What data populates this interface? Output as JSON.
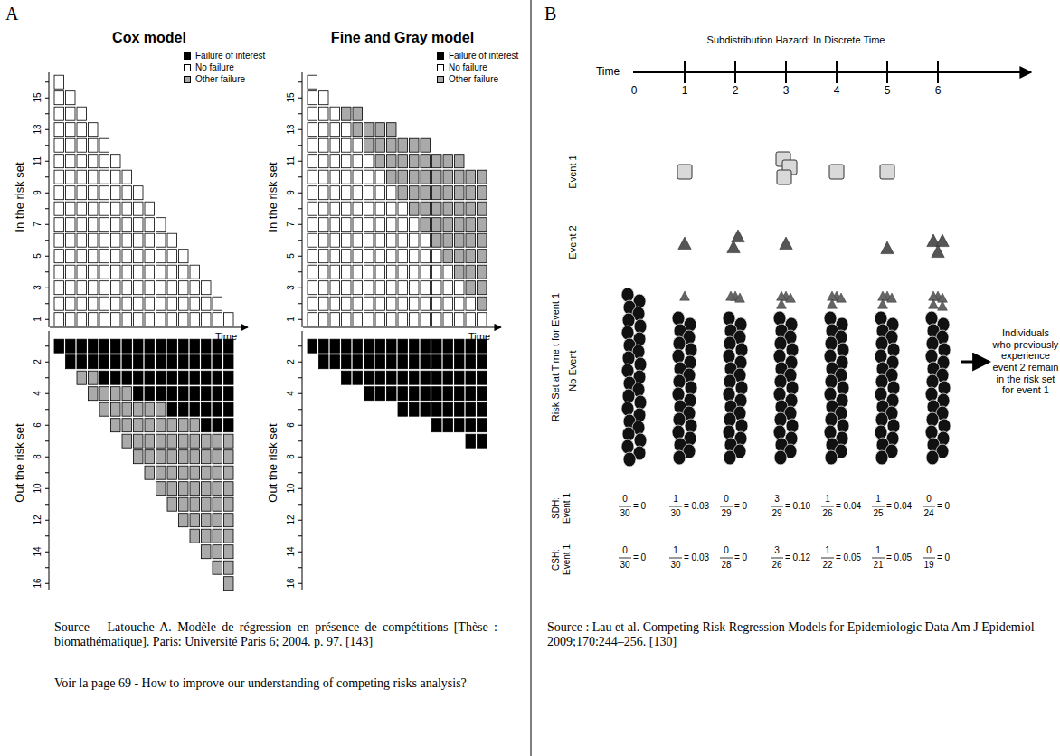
{
  "diagram": {
    "labels": [
      "A",
      "Cox model",
      "Fine and Gray model",
      "In the risk set",
      "Out the risk set",
      "Time",
      "In the risk set",
      "Out the risk set",
      "Time",
      "1",
      "3",
      "5",
      "7",
      "9",
      "11",
      "13",
      "15",
      "2",
      "4",
      "6",
      "8",
      "10",
      "12",
      "14",
      "16",
      "1",
      "3",
      "5",
      "7",
      "9",
      "11",
      "13",
      "15",
      "2",
      "4",
      "6",
      "8",
      "10",
      "12",
      "14",
      "16",
      "Source – Latouche A. Modèle de régression en présence de compétitions [Thèse : biomathématique]. Paris: Université Paris 6; 2004. p. 97. [143]",
      "Voir la page 69 - How to improve our understanding of competing risks analysis?",
      "B",
      "Subdistribution Hazard: In Discrete Time",
      "Time",
      "0",
      "1",
      "2",
      "3",
      "4",
      "5",
      "6",
      "Event 1",
      "Event 2",
      "No Event",
      "Risk Set at Time t for Event 1",
      "Individuals who previously experience event 2 remain in the risk set for event 1",
      "SDH: Event 1",
      "CSH: Event 1",
      "0",
      "30",
      "= 0",
      "1",
      "30",
      "= 0.03",
      "0",
      "29",
      "= 0",
      "3",
      "29",
      "= 0.10",
      "1",
      "26",
      "= 0.04",
      "1",
      "25",
      "= 0.04",
      "0",
      "24",
      "= 0",
      "0",
      "30",
      "= 0",
      "1",
      "30",
      "= 0.03",
      "0",
      "28",
      "= 0",
      "3",
      "26",
      "= 0.12",
      "1",
      "22",
      "= 0.05",
      "1",
      "21",
      "= 0.05",
      "0",
      "19",
      "= 0",
      "Source : Lau et al. Competing Risk Regression Models for Epidemiologic Data Am J Epidemiol 2009;170:244–256. [130]"
    ],
    "legend": [
      {
        "text": "Failure of interest",
        "color": "#000000"
      },
      {
        "text": "No failure",
        "color": "#ffffff"
      },
      {
        "text": "Other failure",
        "color": "#aaaaaa"
      },
      {
        "text": "Failure of interest",
        "color": "#000000"
      },
      {
        "text": "No failure",
        "color": "#ffffff"
      },
      {
        "text": "Other failure",
        "color": "#aaaaaa"
      }
    ]
  }
}
